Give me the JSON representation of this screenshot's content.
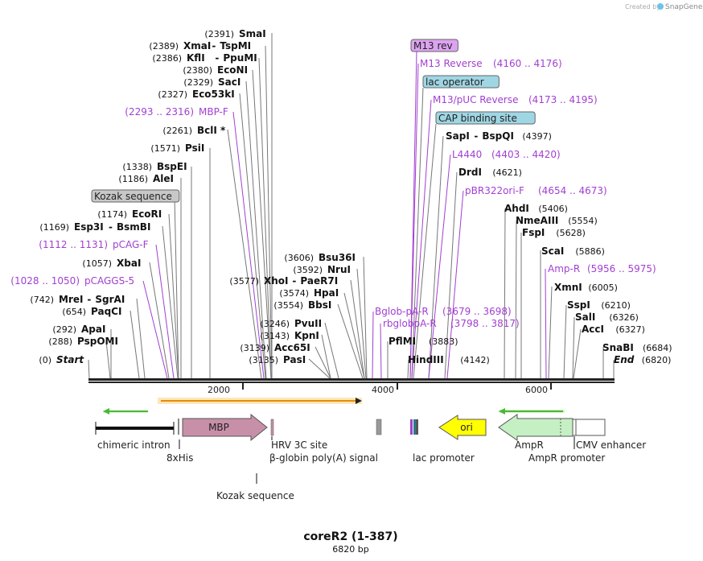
{
  "header": {
    "created_by": "Created by",
    "brand": "SnapGene"
  },
  "footer": {
    "title": "coreR2 (1-387)",
    "length": "6820 bp"
  },
  "colors": {
    "primer": "#a23fd1",
    "enzyme": "#111111",
    "feature_line": "#777777",
    "primer_line": "#a23fd1",
    "mbp": "#c88fa8",
    "ampr": "#c5f0c4",
    "ori": "#ffff00",
    "green_arrow": "#49b835",
    "orange_arrow": "#f5b642",
    "lac_operator": "#9fd6e4",
    "cap_site": "#9fd6e4",
    "m13_rev": "#dda3f0",
    "kozak": "#c8c8c8"
  },
  "ruler": {
    "start": 0,
    "end": 6820,
    "ticks": [
      "2000",
      "4000",
      "6000"
    ]
  },
  "sites": [
    {
      "pos": "(2391)",
      "name": "SmaI",
      "type": "enzyme"
    },
    {
      "pos": "(2389)",
      "name": "XmaI",
      "name2": "TspMI",
      "type": "enzyme"
    },
    {
      "pos": "(2386)",
      "name": "KflI",
      "name2": "PpuMI",
      "type": "enzyme"
    },
    {
      "pos": "(2380)",
      "name": "EcoNI",
      "type": "enzyme"
    },
    {
      "pos": "(2329)",
      "name": "SacI",
      "type": "enzyme"
    },
    {
      "pos": "(2327)",
      "name": "Eco53kI",
      "type": "enzyme"
    },
    {
      "pos": "(2293 .. 2316)",
      "name": "MBP-F",
      "type": "primer"
    },
    {
      "pos": "(2261)",
      "name": "BclI *",
      "type": "enzyme"
    },
    {
      "pos": "(1571)",
      "name": "PsiI",
      "type": "enzyme"
    },
    {
      "pos": "(1338)",
      "name": "BspEI",
      "type": "enzyme"
    },
    {
      "pos": "(1186)",
      "name": "AleI",
      "type": "enzyme"
    },
    {
      "pos": "",
      "name": "Kozak sequence",
      "type": "boxed"
    },
    {
      "pos": "(1174)",
      "name": "EcoRI",
      "type": "enzyme"
    },
    {
      "pos": "(1169)",
      "name": "Esp3I",
      "name2": "BsmBI",
      "type": "enzyme"
    },
    {
      "pos": "(1112 .. 1131)",
      "name": "pCAG-F",
      "type": "primer"
    },
    {
      "pos": "(1057)",
      "name": "XbaI",
      "type": "enzyme"
    },
    {
      "pos": "(1028 .. 1050)",
      "name": "pCAGGS-5",
      "type": "primer"
    },
    {
      "pos": "(742)",
      "name": "MreI",
      "name2": "SgrAI",
      "type": "enzyme"
    },
    {
      "pos": "(654)",
      "name": "PaqCI",
      "type": "enzyme"
    },
    {
      "pos": "(292)",
      "name": "ApaI",
      "type": "enzyme"
    },
    {
      "pos": "(288)",
      "name": "PspOMI",
      "type": "enzyme"
    },
    {
      "pos": "(0)",
      "name": "Start",
      "type": "endpoint"
    },
    {
      "pos": "(3606)",
      "name": "Bsu36I",
      "type": "enzyme"
    },
    {
      "pos": "(3592)",
      "name": "NruI",
      "type": "enzyme"
    },
    {
      "pos": "(3577)",
      "name": "XhoI",
      "name2": "PaeR7I",
      "type": "enzyme"
    },
    {
      "pos": "(3574)",
      "name": "HpaI",
      "type": "enzyme"
    },
    {
      "pos": "(3554)",
      "name": "BbsI",
      "type": "enzyme"
    },
    {
      "pos": "(3246)",
      "name": "PvuII",
      "type": "enzyme"
    },
    {
      "pos": "(3143)",
      "name": "KpnI",
      "type": "enzyme"
    },
    {
      "pos": "(3139)",
      "name": "Acc65I",
      "type": "enzyme"
    },
    {
      "pos": "(3135)",
      "name": "PasI",
      "type": "enzyme"
    },
    {
      "pos": "",
      "name": "M13 rev",
      "type": "boxed"
    },
    {
      "pos": "(4160 .. 4176)",
      "name": "M13 Reverse",
      "type": "primer"
    },
    {
      "pos": "",
      "name": "lac operator",
      "type": "boxed"
    },
    {
      "pos": "(4173 .. 4195)",
      "name": "M13/pUC Reverse",
      "type": "primer"
    },
    {
      "pos": "",
      "name": "CAP binding site",
      "type": "boxed"
    },
    {
      "pos": "(4397)",
      "name": "SapI",
      "name2": "BspQI",
      "type": "enzyme"
    },
    {
      "pos": "(4403 .. 4420)",
      "name": "L4440",
      "type": "primer"
    },
    {
      "pos": "(4621)",
      "name": "DrdI",
      "type": "enzyme"
    },
    {
      "pos": "(4654 .. 4673)",
      "name": "pBR322ori-F",
      "type": "primer"
    },
    {
      "pos": "(3679 .. 3698)",
      "name": "Bglob-pA-R",
      "type": "primer"
    },
    {
      "pos": "(3798 .. 3817)",
      "name": "rbglobpA-R",
      "type": "primer"
    },
    {
      "pos": "(3883)",
      "name": "PflMI",
      "type": "enzyme"
    },
    {
      "pos": "(4142)",
      "name": "HindIII",
      "type": "enzyme"
    },
    {
      "pos": "(5406)",
      "name": "AhdI",
      "type": "enzyme"
    },
    {
      "pos": "(5554)",
      "name": "NmeAIII",
      "type": "enzyme"
    },
    {
      "pos": "(5628)",
      "name": "FspI",
      "type": "enzyme"
    },
    {
      "pos": "(5886)",
      "name": "ScaI",
      "type": "enzyme"
    },
    {
      "pos": "(5956 .. 5975)",
      "name": "Amp-R",
      "type": "primer"
    },
    {
      "pos": "(6005)",
      "name": "XmnI",
      "type": "enzyme"
    },
    {
      "pos": "(6210)",
      "name": "SspI",
      "type": "enzyme"
    },
    {
      "pos": "(6326)",
      "name": "SalI",
      "type": "enzyme"
    },
    {
      "pos": "(6327)",
      "name": "AccI",
      "type": "enzyme"
    },
    {
      "pos": "(6684)",
      "name": "SnaBI",
      "type": "enzyme"
    },
    {
      "pos": "(6820)",
      "name": "End",
      "type": "endpoint"
    }
  ],
  "features": {
    "chimeric_intron": "chimeric intron",
    "his": "8xHis",
    "mbp": "MBP",
    "hrv": "HRV 3C site",
    "bglobin": "β-globin poly(A) signal",
    "kozak_lower": "Kozak sequence",
    "lac_promoter": "lac promoter",
    "ori": "ori",
    "ampr": "AmpR",
    "ampr_promoter": "AmpR promoter",
    "cmv": "CMV enhancer"
  }
}
